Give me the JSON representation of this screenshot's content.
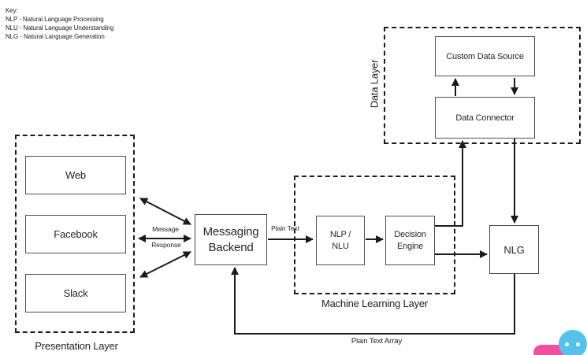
{
  "key": {
    "heading": "Key:",
    "entries": [
      "NLP - Natural Language Processing",
      "NLU - Natural Language Understanding",
      "NLG - Natural Language Generation"
    ]
  },
  "presentation_layer": {
    "label": "Presentation Layer",
    "channels": [
      {
        "label": "Web"
      },
      {
        "label": "Facebook"
      },
      {
        "label": "Slack"
      }
    ]
  },
  "messaging_backend": {
    "line1": "Messaging",
    "line2": "Backend"
  },
  "machine_learning_layer": {
    "label": "Machine Learning Layer",
    "nlp_nlu": {
      "line1": "NLP /",
      "line2": "NLU"
    },
    "decision_engine": {
      "line1": "Decision",
      "line2": "Engine"
    }
  },
  "data_layer": {
    "label": "Data Layer",
    "custom_data_source": "Custom Data Source",
    "data_connector": "Data Connector"
  },
  "nlg": {
    "label": "NLG"
  },
  "edge_labels": {
    "message": "Message",
    "response": "Response",
    "plain_text": "Plain Text",
    "plain_text_array": "Plain Text Array"
  },
  "colors": {
    "line": "#1b1b1b",
    "box_border": "#4f4f4f",
    "text": "#2b2626",
    "mascot_blue": "#56c2ec",
    "mascot_pink": "#f0509e"
  }
}
